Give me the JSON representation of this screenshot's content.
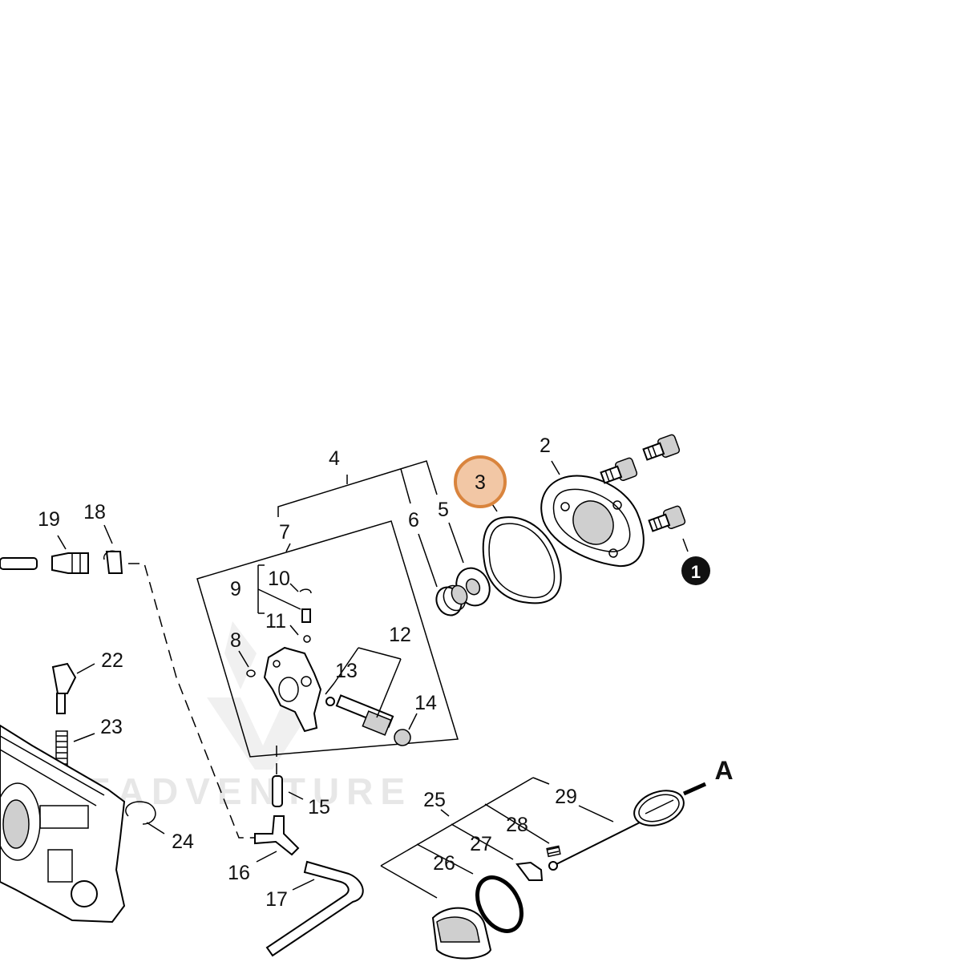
{
  "watermark": "LEADVENTURE",
  "highlight": {
    "label": "3",
    "fill_color": "#f2c7a5",
    "stroke_color": "#d9843d"
  },
  "marker": {
    "label": "1",
    "color": "#111111"
  },
  "view_letter": "A",
  "callouts": {
    "c2": "2",
    "c4": "4",
    "c5": "5",
    "c6": "6",
    "c7": "7",
    "c8": "8",
    "c9": "9",
    "c10": "10",
    "c11": "11",
    "c12": "12",
    "c13": "13",
    "c14": "14",
    "c15": "15",
    "c16": "16",
    "c17": "17",
    "c18": "18",
    "c19": "19",
    "c22": "22",
    "c23": "23",
    "c24": "24",
    "c25": "25",
    "c26": "26",
    "c27": "27",
    "c28": "28",
    "c29": "29"
  }
}
